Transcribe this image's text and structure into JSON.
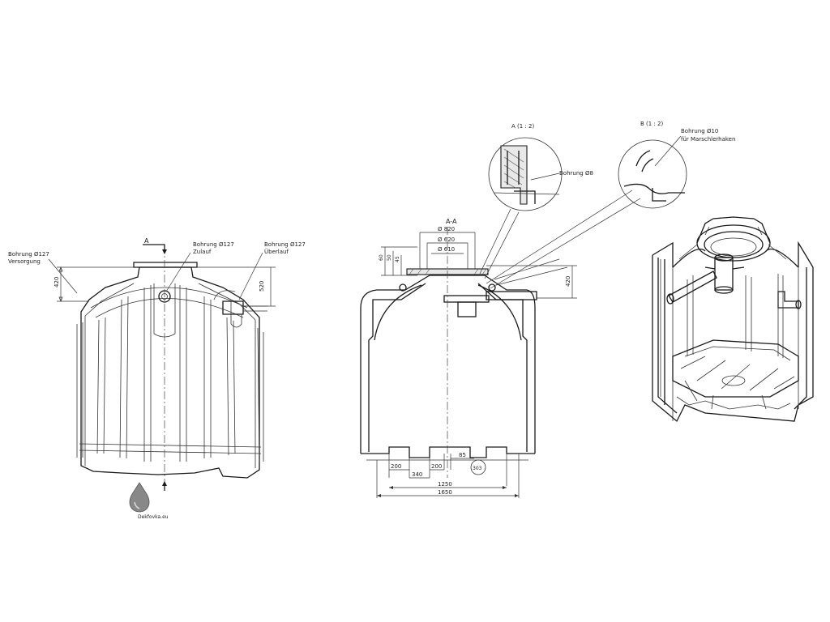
{
  "front_view": {
    "label_versorgung_1": "Bohrung Ø127",
    "label_versorgung_2": "Versorgung",
    "label_zulauf_1": "Bohrung Ø127",
    "label_zulauf_2": "Zulauf",
    "label_ueberlauf_1": "Bohrung Ø127",
    "label_ueberlauf_2": "Überlauf",
    "section_marker": "A",
    "dim_left_height": "420",
    "dim_right_height": "520"
  },
  "section_view": {
    "title": "A-A",
    "dia_820": "Ø 820",
    "dia_620": "Ø 620",
    "dia_610": "Ø 610",
    "dim_60": "60",
    "dim_50": "50",
    "dim_45": "45",
    "dim_right_height": "420",
    "dim_200_left": "200",
    "dim_340": "340",
    "dim_200_mid": "200",
    "dim_85": "85",
    "dim_303": "303",
    "dim_1250": "1250",
    "dim_1650": "1650"
  },
  "detail_a": {
    "title": "A (1 : 2)",
    "label": "Bohrung Ø8"
  },
  "detail_b": {
    "title": "B (1 : 2)",
    "label_1": "Bohrung Ø10",
    "label_2": "für Marschlerhaken"
  },
  "logo": {
    "text": "Dekfovka.eu"
  }
}
